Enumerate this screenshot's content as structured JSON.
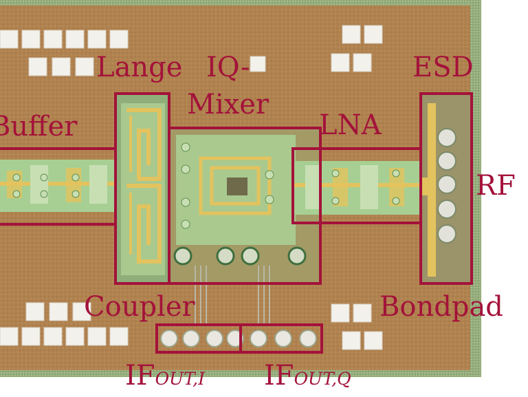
{
  "colors": {
    "chip_substrate": "#b0824f",
    "border_metal": "#8fa876",
    "pad_fill": "#f3f1ec",
    "circuit_green": "#9ec98a",
    "circuit_gold": "#e3c35e",
    "label_red": "#a3123a"
  },
  "labels": {
    "buffer": "Buffer",
    "lange": "Lange",
    "coupler": "Coupler",
    "iq_mixer_line1": "IQ-",
    "iq_mixer_line2": "Mixer",
    "lna": "LNA",
    "esd": "ESD",
    "rf": "RF",
    "bondpad": "Bondpad",
    "if_out_i_main": "IF",
    "if_out_i_sub": "OUT,I",
    "if_out_q_main": "IF",
    "if_out_q_sub": "OUT,Q"
  }
}
